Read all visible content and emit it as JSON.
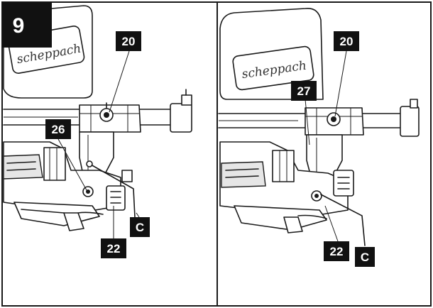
{
  "figure_number": "9",
  "brand_text": "scheppach",
  "panels": [
    {
      "id": "left",
      "labels": [
        {
          "text": "20",
          "name": "label-20"
        },
        {
          "text": "26",
          "name": "label-26"
        },
        {
          "text": "C",
          "name": "label-c"
        },
        {
          "text": "22",
          "name": "label-22"
        }
      ]
    },
    {
      "id": "right",
      "labels": [
        {
          "text": "20",
          "name": "label-20"
        },
        {
          "text": "27",
          "name": "label-27"
        },
        {
          "text": "22",
          "name": "label-22"
        },
        {
          "text": "C",
          "name": "label-c"
        }
      ]
    }
  ]
}
